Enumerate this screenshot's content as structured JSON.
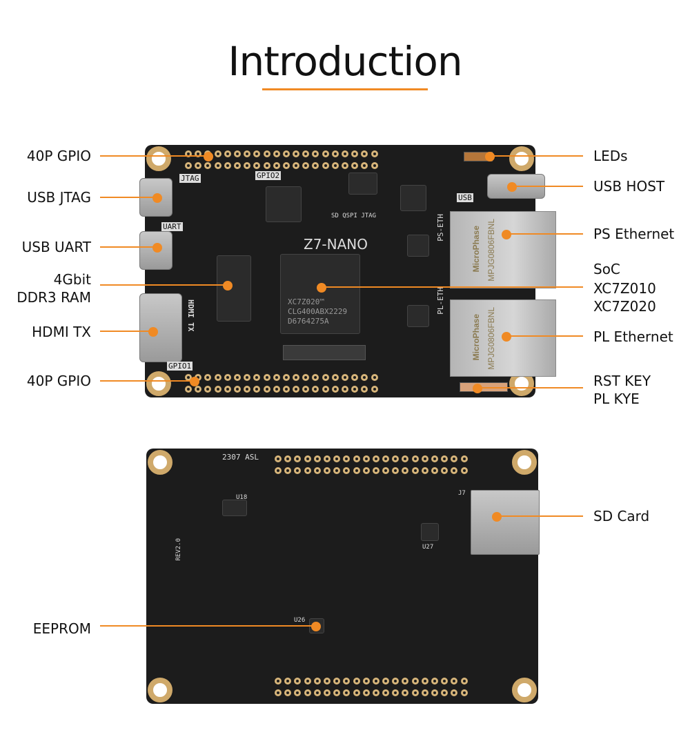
{
  "title": "Introduction",
  "colors": {
    "accent": "#f08a24",
    "pcb": "#1c1c1c",
    "gold": "#d7b57a"
  },
  "top_board": {
    "left_labels": [
      "40P GPIO",
      "USB JTAG",
      "USB UART",
      "4Gbit",
      "DDR3 RAM",
      "HDMI TX",
      "40P GPIO"
    ],
    "right_labels": [
      "LEDs",
      "USB HOST",
      "PS Ethernet",
      "SoC",
      "XC7Z010",
      "XC7Z020",
      "PL Ethernet",
      "RST KEY",
      "PL KYE"
    ],
    "silkscreen": {
      "name": "Z7-NANO",
      "jtag": "JTAG",
      "uart": "UART",
      "gpio2": "GPIO2",
      "gpio1": "GPIO1",
      "hdmi": "HDMI TX",
      "usb": "USB",
      "ps_eth": "PS-ETH",
      "pl_eth": "PL-ETH",
      "boot": "SD  QSPI  JTAG"
    },
    "soc_marking": [
      "XC7Z020™",
      "CLG400ABX2229",
      "D6764275A"
    ],
    "rj45_brand": "MicroPhase",
    "rj45_part": "MPJG0806FBNL"
  },
  "bottom_board": {
    "labels": [
      "SD Card",
      "EEPROM"
    ],
    "silkscreen": {
      "code": "2307 ASL",
      "sd": "J7",
      "eeprom": "U26",
      "u18": "U18",
      "u27": "U27",
      "rev": "REV2.0"
    }
  }
}
